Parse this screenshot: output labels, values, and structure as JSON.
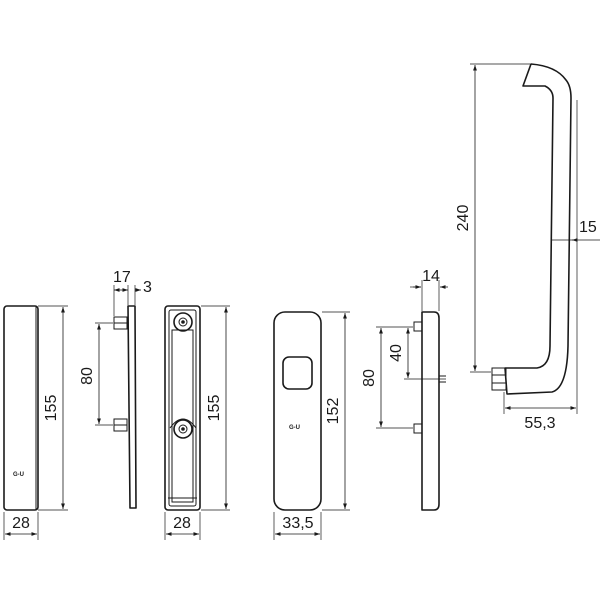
{
  "dimensions": {
    "d28_a": "28",
    "d155_a": "155",
    "d17": "17",
    "d3": "3",
    "d80_a": "80",
    "d155_b": "155",
    "d28_b": "28",
    "d33_5": "33,5",
    "d152": "152",
    "d14": "14",
    "d40": "40",
    "d80_b": "80",
    "d240": "240",
    "d15": "15",
    "d55_3": "55,3"
  },
  "logo_text": "G-U",
  "colors": {
    "line": "#1a1a1a",
    "background": "#ffffff"
  }
}
